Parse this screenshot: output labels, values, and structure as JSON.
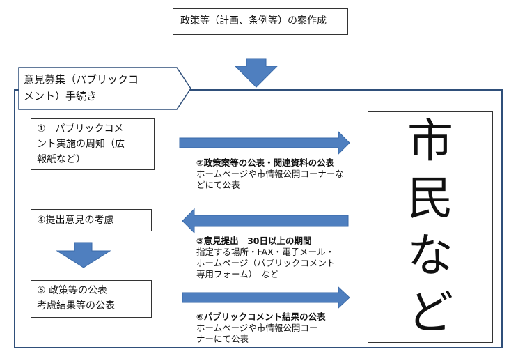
{
  "top_box": {
    "text": "政策等（計画、条例等）の案作成"
  },
  "title_tab": {
    "line1": "意見募集（パブリックコ",
    "line2": "メント）手続き"
  },
  "box1": {
    "line1": "①　パブリックコメ",
    "line2": "ント実施の周知（広",
    "line3": "報紙など）"
  },
  "box4": {
    "text": "④提出意見の考慮"
  },
  "box5": {
    "line1": "⑤ 政策等の公表",
    "line2": "考慮結果等の公表"
  },
  "label2": {
    "head": "②政策案等の公表・関連資料の公表",
    "line1": "ホームページや市情報公開コーナーな",
    "line2": "どにて公表"
  },
  "label3": {
    "head": "③意見提出　30日以上の期間",
    "line1": "指定する場所・FAX・電子メール・",
    "line2": "ホームページ（パブリックコメント",
    "line3": "専用フォーム）　など"
  },
  "label6": {
    "head": "⑥パブリックコメント結果の公表",
    "line1": "ホームページや市情報公開コー",
    "line2": "ナーにて公表"
  },
  "citizen": {
    "char1": "市",
    "char2": "民",
    "char3": "な",
    "char4": "ど"
  },
  "colors": {
    "arrow_fill": "#4f7fbf",
    "arrow_stroke": "#3a6aa8",
    "frame": "#2f4f7a"
  }
}
